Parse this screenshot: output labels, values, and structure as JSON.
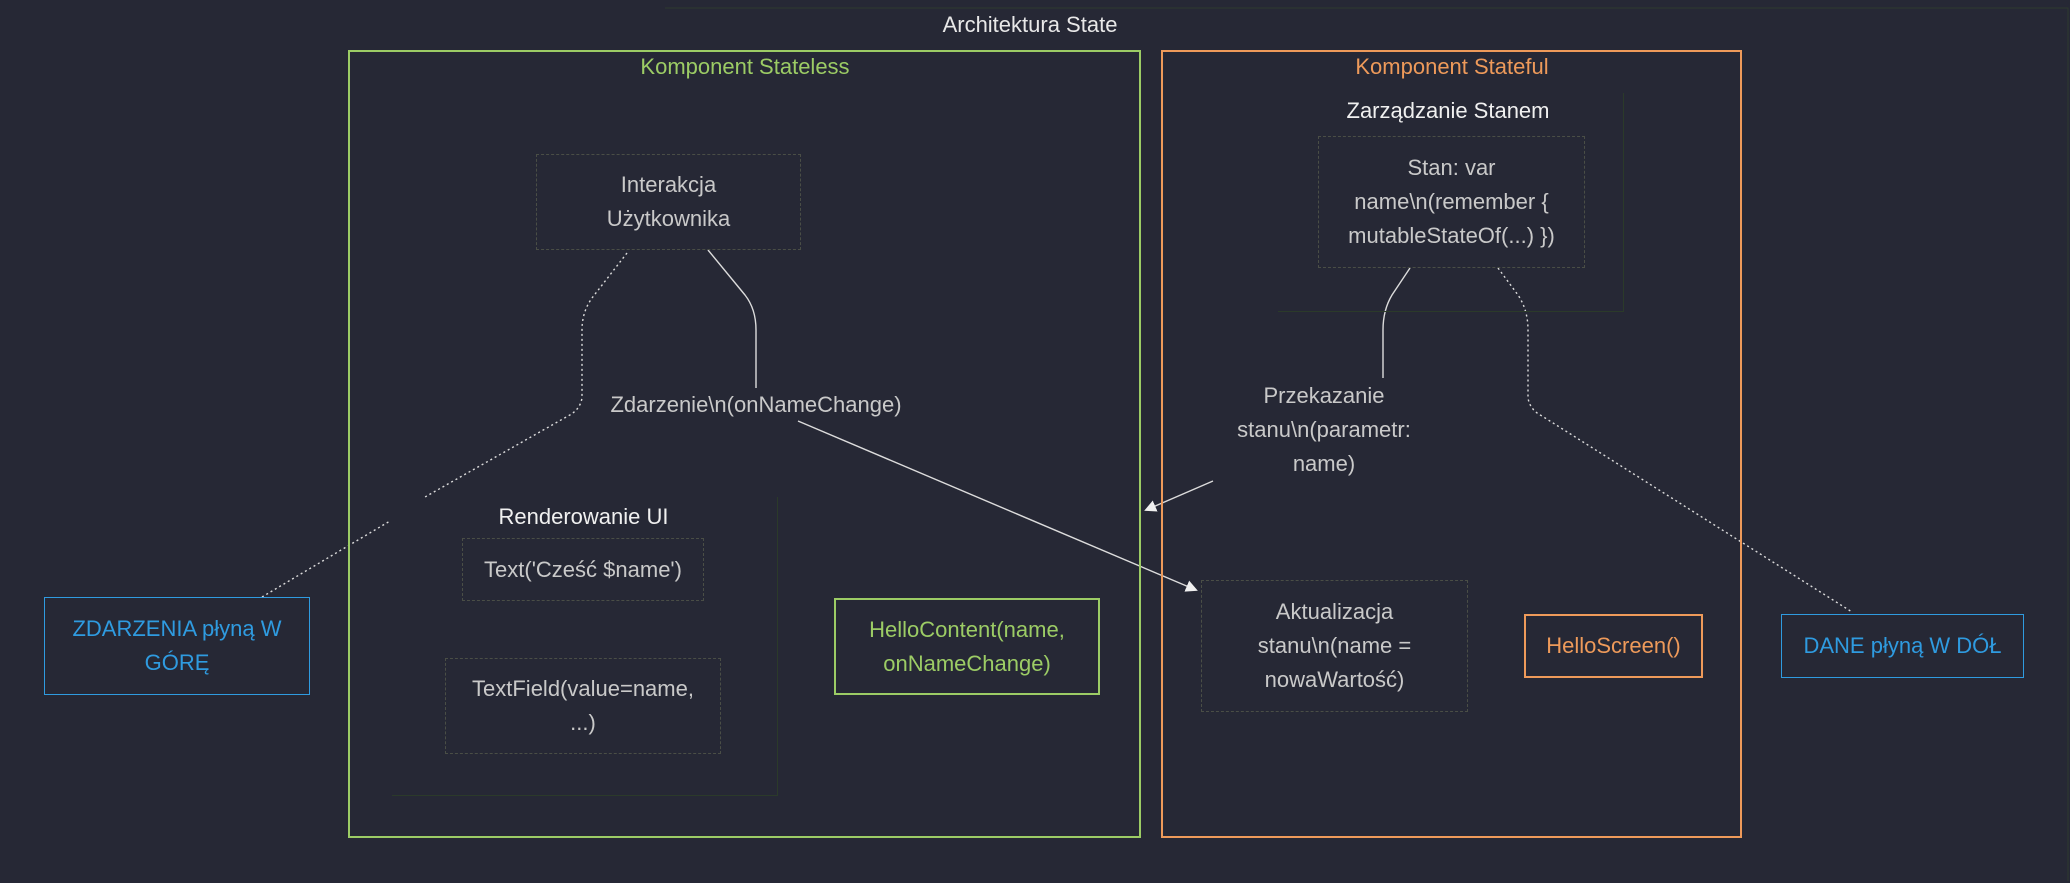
{
  "diagram": {
    "title": "Architektura State",
    "stateless": {
      "label": "Komponent Stateless",
      "interaction": "Interakcja\nUżytkownika",
      "event": "Zdarzenie\\n(onNameChange)",
      "render_label": "Renderowanie UI",
      "text_node": "Text('Cześć $name')",
      "textfield_node": "TextField(value=name,\n...)",
      "hello_content": "HelloContent(name,\nonNameChange)"
    },
    "stateful": {
      "label": "Komponent Stateful",
      "management_label": "Zarządzanie Stanem",
      "state_node": "Stan: var\nname\\n(remember {\nmutableStateOf(...) })",
      "pass_state": "Przekazanie\nstanu\\n(parametr:\nname)",
      "update_state": "Aktualizacja\nstanu\\n(name =\nnowaWartość)",
      "hello_screen": "HelloScreen()"
    },
    "events_up": "ZDARZENIA płyną W\nGÓRĘ",
    "data_down": "DANE płyną W DÓŁ"
  },
  "colors": {
    "background": "#262835",
    "stateless_accent": "#9ccc65",
    "stateful_accent": "#ee9a5a",
    "flow_note": "#2f9be0"
  }
}
